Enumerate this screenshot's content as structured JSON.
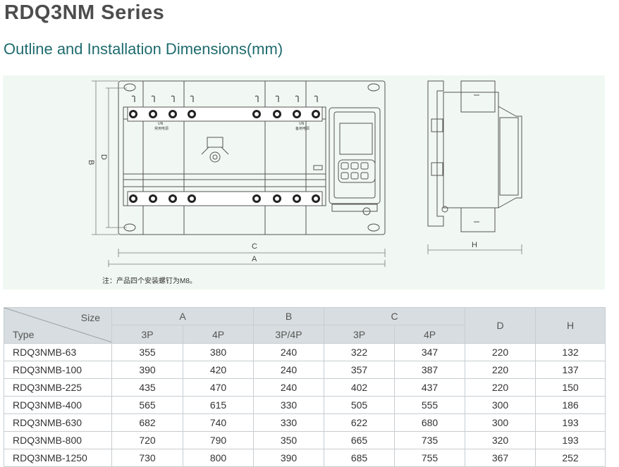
{
  "title": "RDQ3NM Series",
  "subtitle": "Outline and Installation Dimensions(mm)",
  "drawing": {
    "dimension_labels": {
      "a": "A",
      "b": "B",
      "c": "C",
      "d": "D",
      "h": "H"
    },
    "panel_labels": {
      "left": "常用电源",
      "right": "备用电源",
      "left_tag": "UN",
      "right_tag": "UN"
    },
    "note": "注：产品四个安装螺钉为M8。"
  },
  "table": {
    "corner_top": "Size",
    "corner_bottom": "Type",
    "groups": {
      "a": "A",
      "b": "B",
      "c": "C",
      "d": "D",
      "h": "H"
    },
    "sub": {
      "a3": "3P",
      "a4": "4P",
      "b": "3P/4P",
      "c3": "3P",
      "c4": "4P"
    },
    "rows": [
      {
        "type": "RDQ3NMB-63",
        "a3": "355",
        "a4": "380",
        "b": "240",
        "c3": "322",
        "c4": "347",
        "d": "220",
        "h": "132"
      },
      {
        "type": "RDQ3NMB-100",
        "a3": "390",
        "a4": "420",
        "b": "240",
        "c3": "357",
        "c4": "387",
        "d": "220",
        "h": "137"
      },
      {
        "type": "RDQ3NMB-225",
        "a3": "435",
        "a4": "470",
        "b": "240",
        "c3": "402",
        "c4": "437",
        "d": "220",
        "h": "150"
      },
      {
        "type": "RDQ3NMB-400",
        "a3": "565",
        "a4": "615",
        "b": "330",
        "c3": "505",
        "c4": "555",
        "d": "300",
        "h": "186"
      },
      {
        "type": "RDQ3NMB-630",
        "a3": "682",
        "a4": "740",
        "b": "330",
        "c3": "622",
        "c4": "680",
        "d": "300",
        "h": "193"
      },
      {
        "type": "RDQ3NMB-800",
        "a3": "720",
        "a4": "790",
        "b": "350",
        "c3": "665",
        "c4": "735",
        "d": "320",
        "h": "193"
      },
      {
        "type": "RDQ3NMB-1250",
        "a3": "730",
        "a4": "800",
        "b": "390",
        "c3": "685",
        "c4": "755",
        "d": "367",
        "h": "252"
      }
    ]
  }
}
